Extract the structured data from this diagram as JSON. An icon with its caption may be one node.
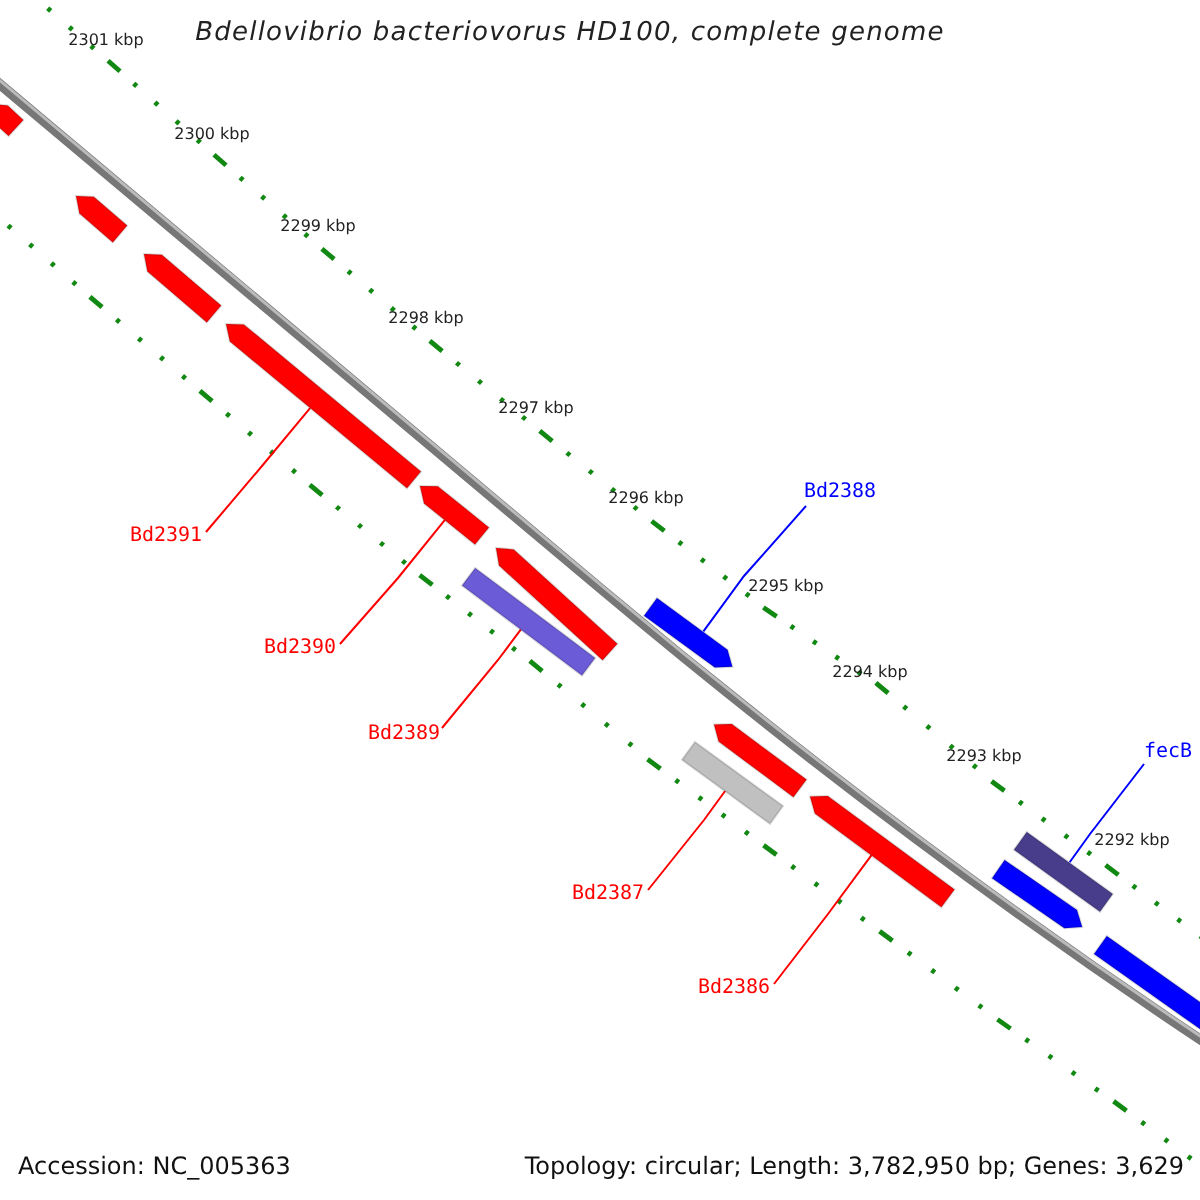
{
  "diagram": {
    "title": "Bdellovibrio bacteriovorus HD100, complete genome",
    "nodes": [
      {
        "text": [],
        "shape": "arrow"
      },
      {
        "text": [],
        "shape": "arrow"
      },
      {
        "text": [],
        "shape": "arrow"
      },
      {
        "text": [],
        "shape": "arrow"
      },
      {
        "text": [],
        "shape": "arrow"
      },
      {
        "text": [],
        "shape": "arrow"
      },
      {
        "text": [],
        "shape": "bar"
      },
      {
        "text": [],
        "shape": "arrow"
      },
      {
        "text": [],
        "shape": "arrow"
      },
      {
        "text": [],
        "shape": "bar"
      },
      {
        "text": [],
        "shape": "arrow"
      },
      {
        "text": [],
        "shape": "bar"
      },
      {
        "text": [],
        "shape": "arrow"
      },
      {
        "text": [],
        "shape": "arrow"
      },
      {
        "text": [
          "Bd2388"
        ]
      },
      {
        "text": [
          "Bd2391"
        ]
      },
      {
        "text": [
          "Bd2390"
        ]
      },
      {
        "text": [
          "Bd2389"
        ]
      },
      {
        "text": [
          "fecB"
        ]
      },
      {
        "text": [
          "Bd2387"
        ]
      },
      {
        "text": [
          "Bd2386"
        ]
      }
    ],
    "edges": [
      {
        "from": 14,
        "to": 7,
        "arrow": "none",
        "color": "#0000ff"
      },
      {
        "from": 15,
        "to": 3,
        "arrow": "none"
      },
      {
        "from": 16,
        "to": 4,
        "arrow": "none"
      },
      {
        "from": 17,
        "to": 6,
        "arrow": "none"
      },
      {
        "from": 18,
        "to": 11,
        "arrow": "none",
        "color": "#0000ff"
      },
      {
        "from": 19,
        "to": 9,
        "arrow": "none"
      },
      {
        "from": 20,
        "to": 10,
        "arrow": "none"
      }
    ],
    "labels": [
      "2301 kbp",
      "2300 kbp",
      "2299 kbp",
      "2298 kbp",
      "2297 kbp",
      "2296 kbp",
      "2295 kbp",
      "2294 kbp",
      "2293 kbp",
      "2292 kbp",
      "Accession: NC_005363",
      "Topology: circular; Length: 3,782,950 bp; Genes: 3,629"
    ]
  }
}
